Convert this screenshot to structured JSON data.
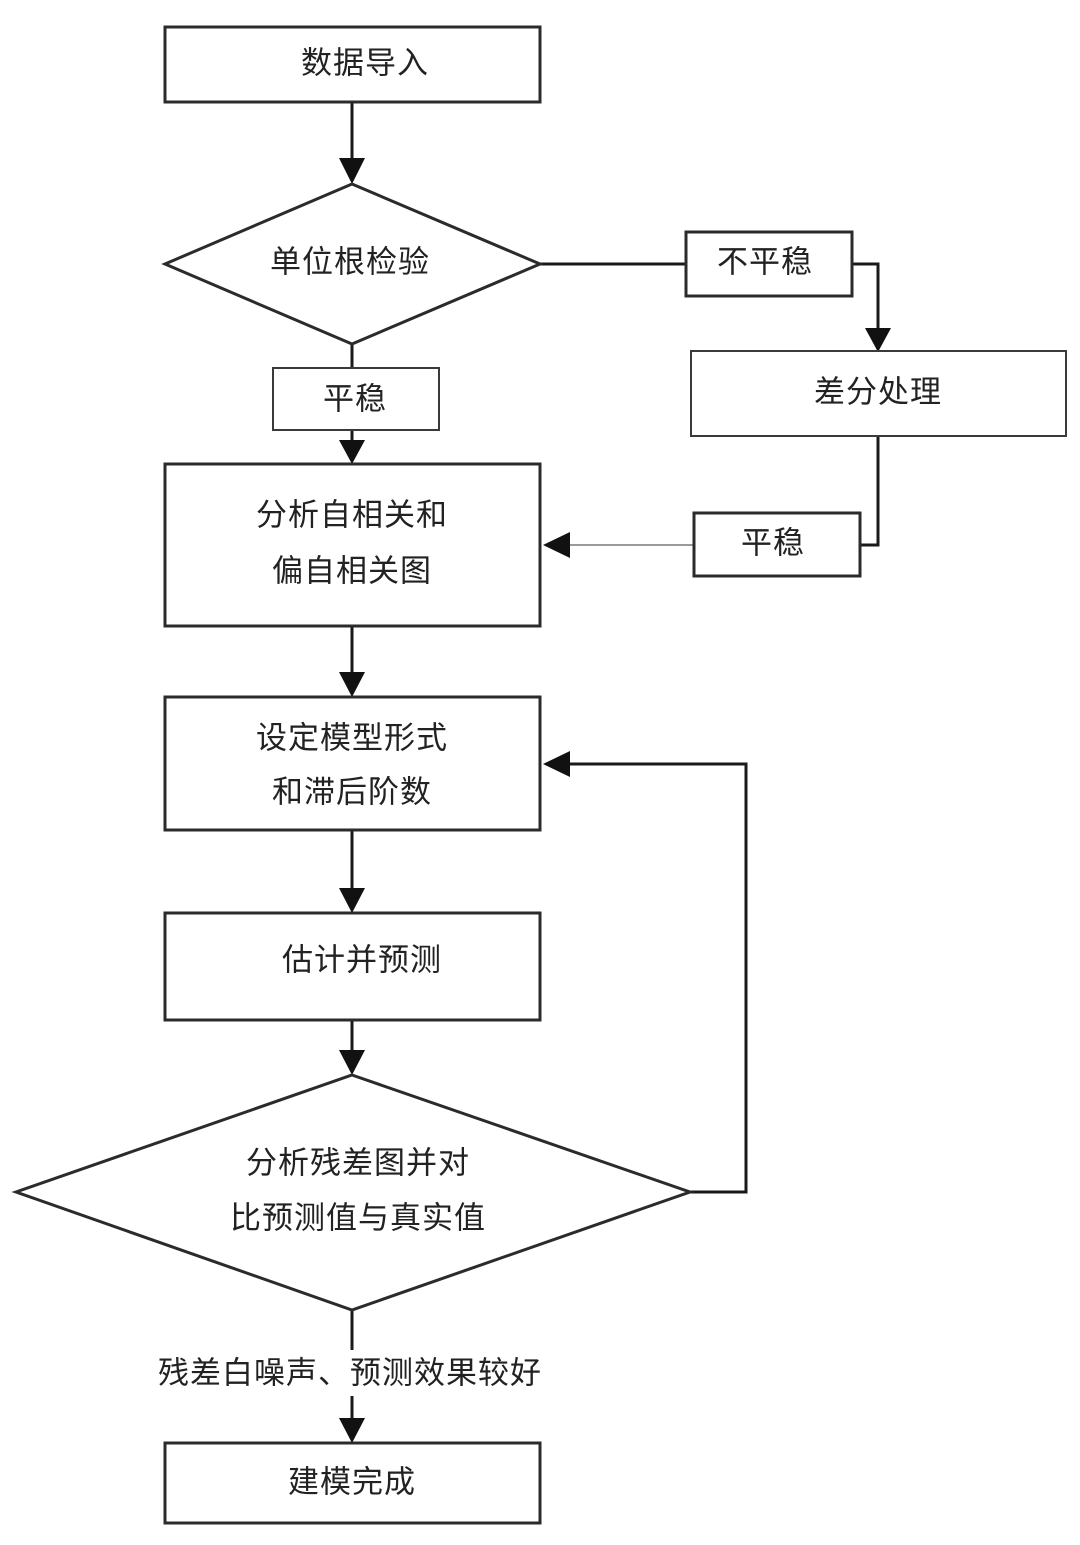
{
  "nodes": {
    "data_import": "数据导入",
    "unit_root_test": "单位根检验",
    "nonstationary": "不平稳",
    "differencing": "差分处理",
    "stationary_after_diff": "平稳",
    "stationary": "平稳",
    "acf_line1": "分析自相关和",
    "acf_line2": "偏自相关图",
    "model_line1": "设定模型形式",
    "model_line2": "和滞后阶数",
    "estimate": "估计并预测",
    "residual_line1": "分析残差图并对",
    "residual_line2": "比预测值与真实值",
    "result_note": "残差白噪声、预测效果较好",
    "done": "建模完成"
  }
}
